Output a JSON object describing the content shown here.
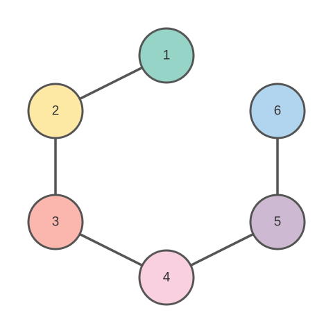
{
  "graph": {
    "style": {
      "edge_color": "#555555",
      "node_stroke": "#555555",
      "label_color": "#333333"
    },
    "nodes": [
      {
        "id": "1",
        "label": "1",
        "fill": "#96d4c8"
      },
      {
        "id": "2",
        "label": "2",
        "fill": "#fde9a4"
      },
      {
        "id": "3",
        "label": "3",
        "fill": "#fbb6ae"
      },
      {
        "id": "4",
        "label": "4",
        "fill": "#f9d0e0"
      },
      {
        "id": "5",
        "label": "5",
        "fill": "#cdbad2"
      },
      {
        "id": "6",
        "label": "6",
        "fill": "#b1d4ef"
      }
    ],
    "edges": [
      {
        "from": "1",
        "to": "2"
      },
      {
        "from": "2",
        "to": "3"
      },
      {
        "from": "3",
        "to": "4"
      },
      {
        "from": "4",
        "to": "5"
      },
      {
        "from": "5",
        "to": "6"
      }
    ]
  }
}
